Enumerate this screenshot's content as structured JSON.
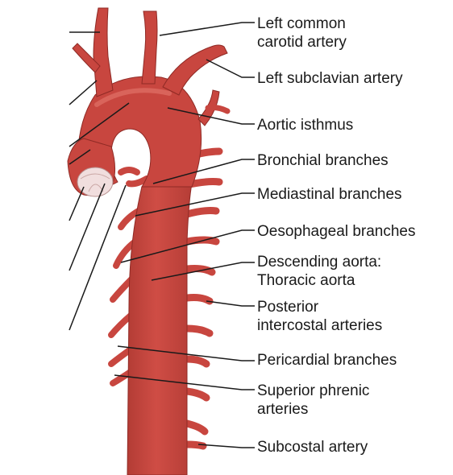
{
  "colors": {
    "artery": "#c8463f",
    "artery_outline": "#8f2a25",
    "highlight": "#d9645b",
    "leader_line": "#1a1a1a",
    "background": "#ffffff",
    "valve": "#f1dede"
  },
  "labels": {
    "left_common_carotid": "Left common\ncarotid artery",
    "left_subclavian": "Left subclavian artery",
    "aortic_isthmus": "Aortic isthmus",
    "bronchial": "Bronchial branches",
    "mediastinal": "Mediastinal branches",
    "oesophageal": "Oesophageal branches",
    "descending_aorta": "Descending aorta:\nThoracic aorta",
    "posterior_intercostal": "Posterior\nintercostal arteries",
    "pericardial": "Pericardial branches",
    "superior_phrenic": "Superior phrenic\narteries",
    "subcostal": "Subcostal artery"
  }
}
